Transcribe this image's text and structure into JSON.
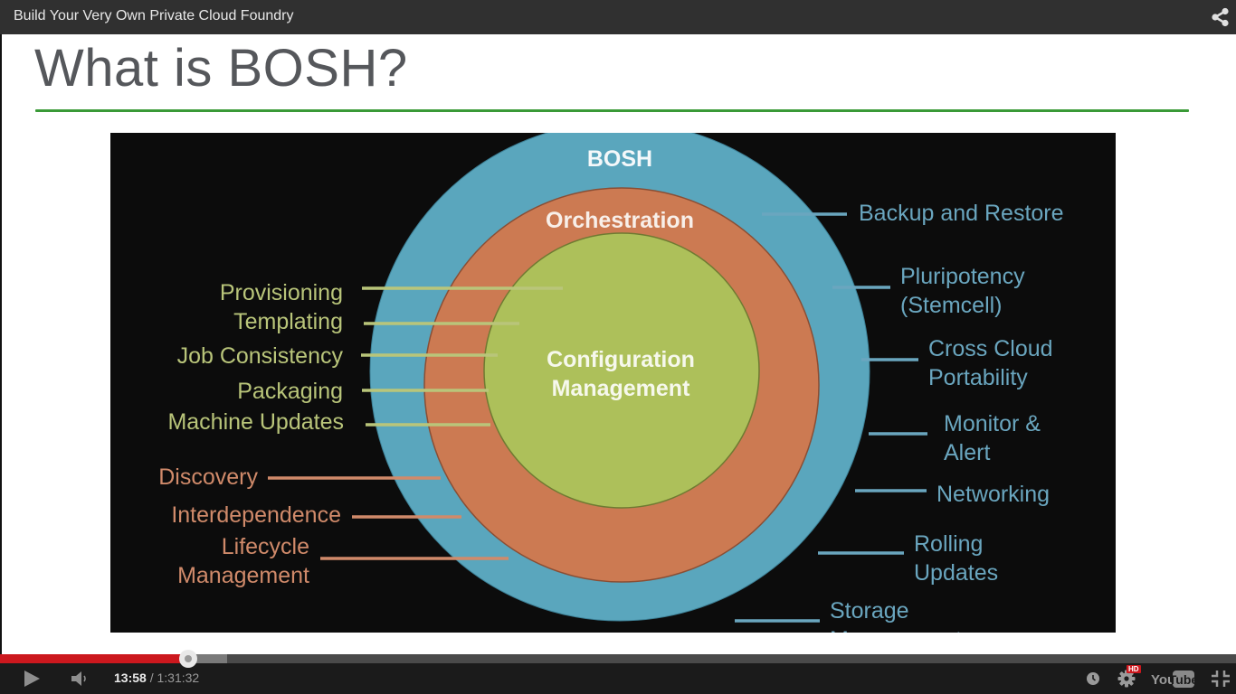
{
  "player": {
    "video_title": "Build Your Very Own Private Cloud Foundry",
    "time_current": "13:58",
    "time_separator": " / ",
    "time_total": "1:31:32",
    "progress_played_fraction": 0.1525,
    "progress_buffered_fraction": 0.1838,
    "hd_badge": "HD",
    "icons": {
      "share": "share-icon",
      "play": "play-icon",
      "volume": "volume-icon",
      "watch_later": "clock-icon",
      "settings": "gear-icon",
      "youtube": "youtube-logo",
      "exit_fullscreen": "exit-fullscreen-icon"
    },
    "youtube_logo": {
      "you": "You",
      "tube": "Tube"
    },
    "colors": {
      "played": "#cc181e",
      "bar_bg": "#1b1b1b"
    }
  },
  "slide": {
    "title": "What is BOSH?",
    "rule_color": "#3a9a37",
    "diagram": {
      "rings": {
        "outer": {
          "label": "BOSH",
          "color": "#5aa6bd"
        },
        "middle": {
          "label": "Orchestration",
          "color": "#cc7a52"
        },
        "inner": {
          "label_line1": "Configuration",
          "label_line2": "Management",
          "color": "#adc05a"
        }
      },
      "config_items": [
        "Provisioning",
        "Templating",
        "Job Consistency",
        "Packaging",
        "Machine Updates"
      ],
      "orchestration_items": [
        "Discovery",
        "Interdependence",
        [
          "Lifecycle",
          "Management"
        ]
      ],
      "bosh_items": [
        [
          "Backup and Restore"
        ],
        [
          "Pluripotency",
          "(Stemcell)"
        ],
        [
          "Cross Cloud",
          "Portability"
        ],
        [
          "Monitor &",
          "Alert"
        ],
        [
          "Networking"
        ],
        [
          "Rolling",
          "Updates"
        ],
        [
          "Storage",
          "Management"
        ]
      ],
      "label_colors": {
        "config": "#b9c57a",
        "orchestration": "#d08a6a",
        "bosh": "#6aa6bf"
      }
    }
  }
}
